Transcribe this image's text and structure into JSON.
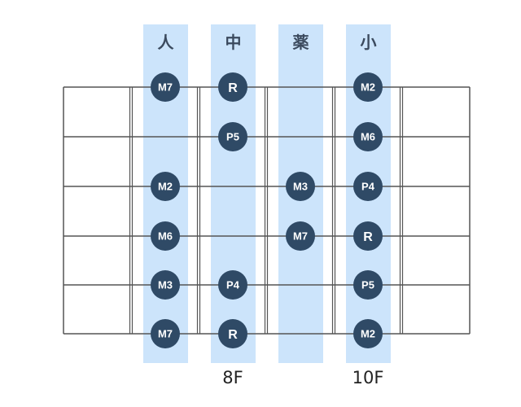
{
  "finger_labels": [
    "人",
    "中",
    "薬",
    "小"
  ],
  "fret_labels": [
    "8F",
    "10F"
  ],
  "colors": {
    "band": "#cce4fb",
    "line": "#555555",
    "dot": "#2f4a66",
    "dot_text": "#ffffff"
  },
  "notes": [
    {
      "col": 0,
      "string": 1,
      "label": "M7"
    },
    {
      "col": 1,
      "string": 1,
      "label": "R"
    },
    {
      "col": 3,
      "string": 1,
      "label": "M2"
    },
    {
      "col": 1,
      "string": 2,
      "label": "P5"
    },
    {
      "col": 3,
      "string": 2,
      "label": "M6"
    },
    {
      "col": 0,
      "string": 3,
      "label": "M2"
    },
    {
      "col": 2,
      "string": 3,
      "label": "M3"
    },
    {
      "col": 3,
      "string": 3,
      "label": "P4"
    },
    {
      "col": 0,
      "string": 4,
      "label": "M6"
    },
    {
      "col": 2,
      "string": 4,
      "label": "M7"
    },
    {
      "col": 3,
      "string": 4,
      "label": "R"
    },
    {
      "col": 0,
      "string": 5,
      "label": "M3"
    },
    {
      "col": 1,
      "string": 5,
      "label": "P4"
    },
    {
      "col": 3,
      "string": 5,
      "label": "P5"
    },
    {
      "col": 0,
      "string": 6,
      "label": "M7"
    },
    {
      "col": 1,
      "string": 6,
      "label": "R"
    },
    {
      "col": 3,
      "string": 6,
      "label": "M2"
    }
  ]
}
